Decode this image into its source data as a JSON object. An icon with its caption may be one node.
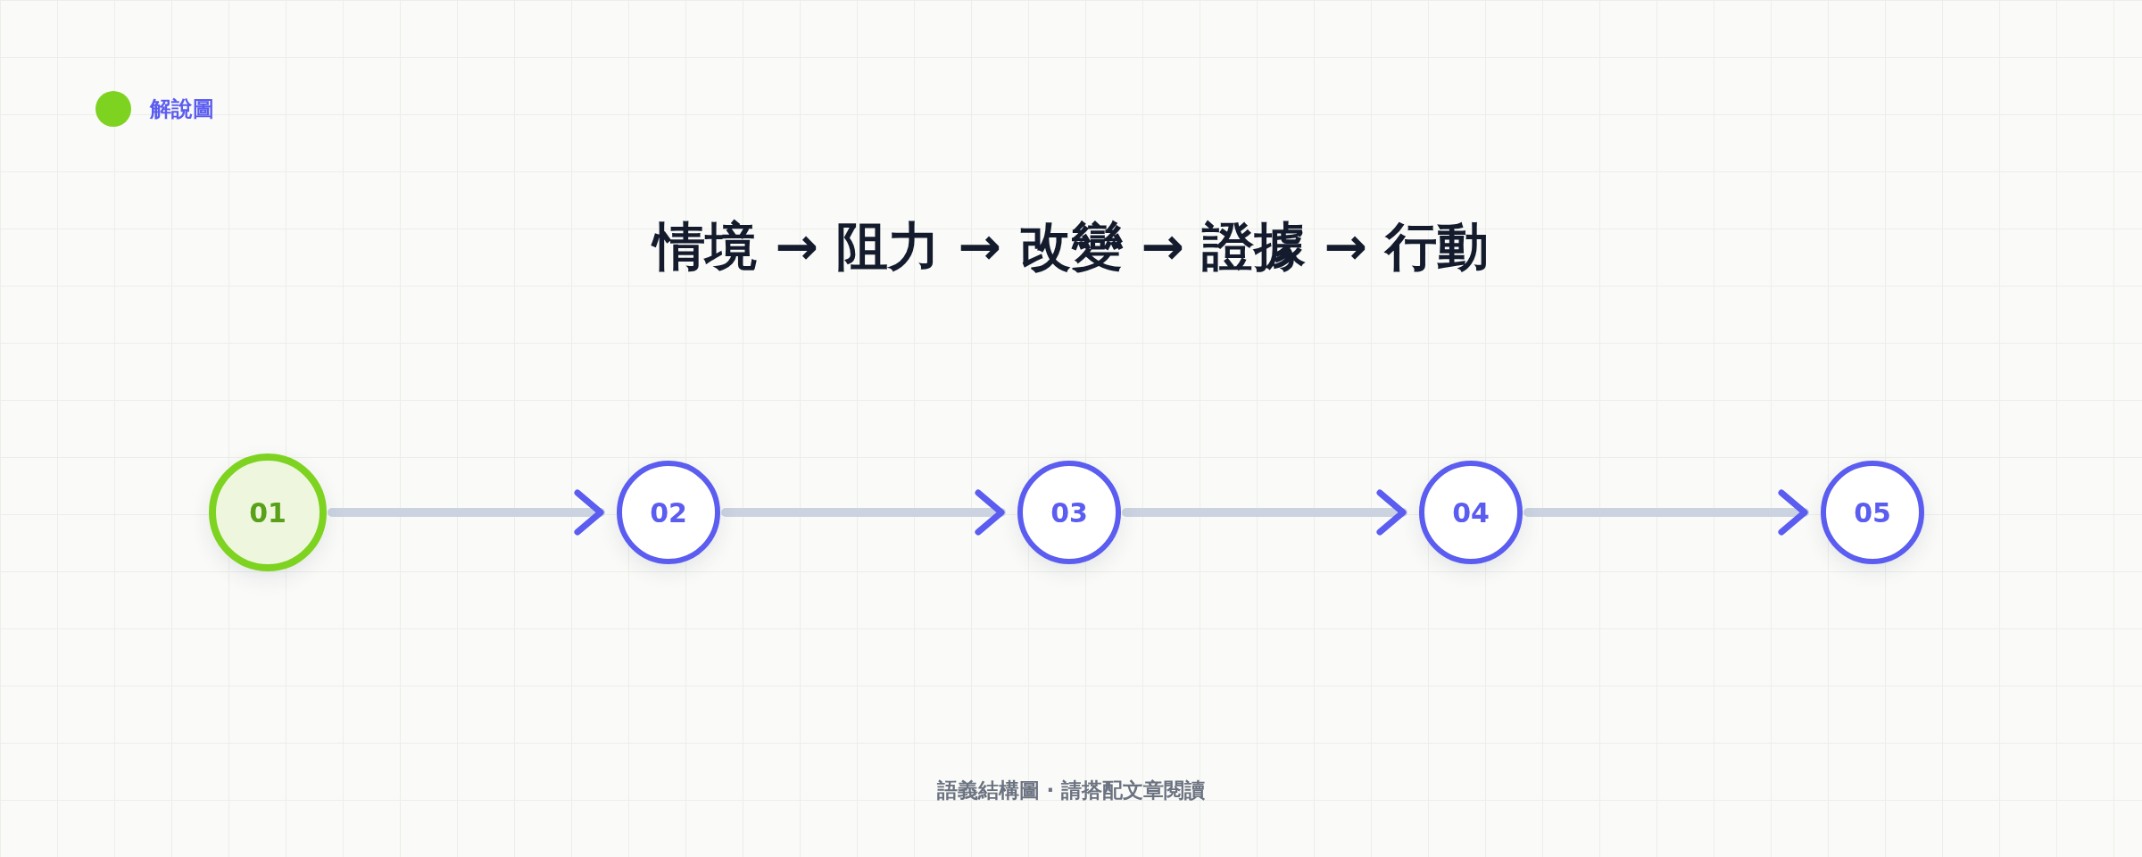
{
  "diagram": {
    "title": "情境 → 阻力 → 改變 → 證據 → 行動",
    "caption": "語義結構圖 · 請搭配文章閱讀",
    "nodes": [
      {
        "text": [
          "01"
        ]
      },
      {
        "text": [
          "02"
        ]
      },
      {
        "text": [
          "03"
        ]
      },
      {
        "text": [
          "04"
        ]
      },
      {
        "text": [
          "05"
        ]
      }
    ],
    "edges": [
      {
        "from": 0,
        "to": 1,
        "arrow": "to"
      },
      {
        "from": 1,
        "to": 2,
        "arrow": "to"
      },
      {
        "from": 2,
        "to": 3,
        "arrow": "to"
      },
      {
        "from": 3,
        "to": 4,
        "arrow": "to"
      }
    ],
    "labels": [
      "解說圖"
    ]
  }
}
